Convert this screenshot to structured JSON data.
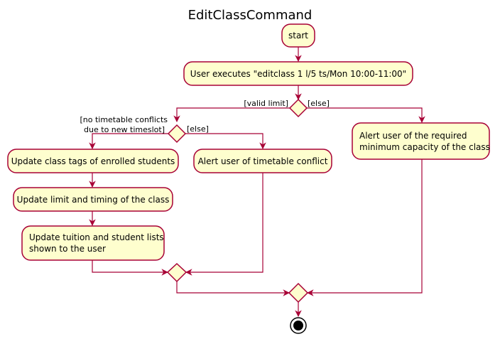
{
  "title": "EditClassCommand",
  "nodes": {
    "start": "start",
    "user_executes": "User executes \"editclass 1 l/5 ts/Mon 10:00-11:00\"",
    "update_tags": "Update class tags of enrolled students",
    "update_limit": "Update limit and timing of the class",
    "update_tuition_line1": "Update tuition and student lists",
    "update_tuition_line2": "shown to the user",
    "alert_conflict": "Alert user of timetable conflict",
    "alert_capacity_line1": "Alert user of the required",
    "alert_capacity_line2": "minimum capacity of the class"
  },
  "guards": {
    "valid_limit": "[valid limit]",
    "else_outer": "[else]",
    "no_conflicts_line1": "[no timetable conflicts",
    "no_conflicts_line2": "due to new timeslot]",
    "else_inner": "[else]"
  },
  "colors": {
    "node_fill": "#FEFECE",
    "border": "#A80036",
    "end_fill": "#000000"
  }
}
